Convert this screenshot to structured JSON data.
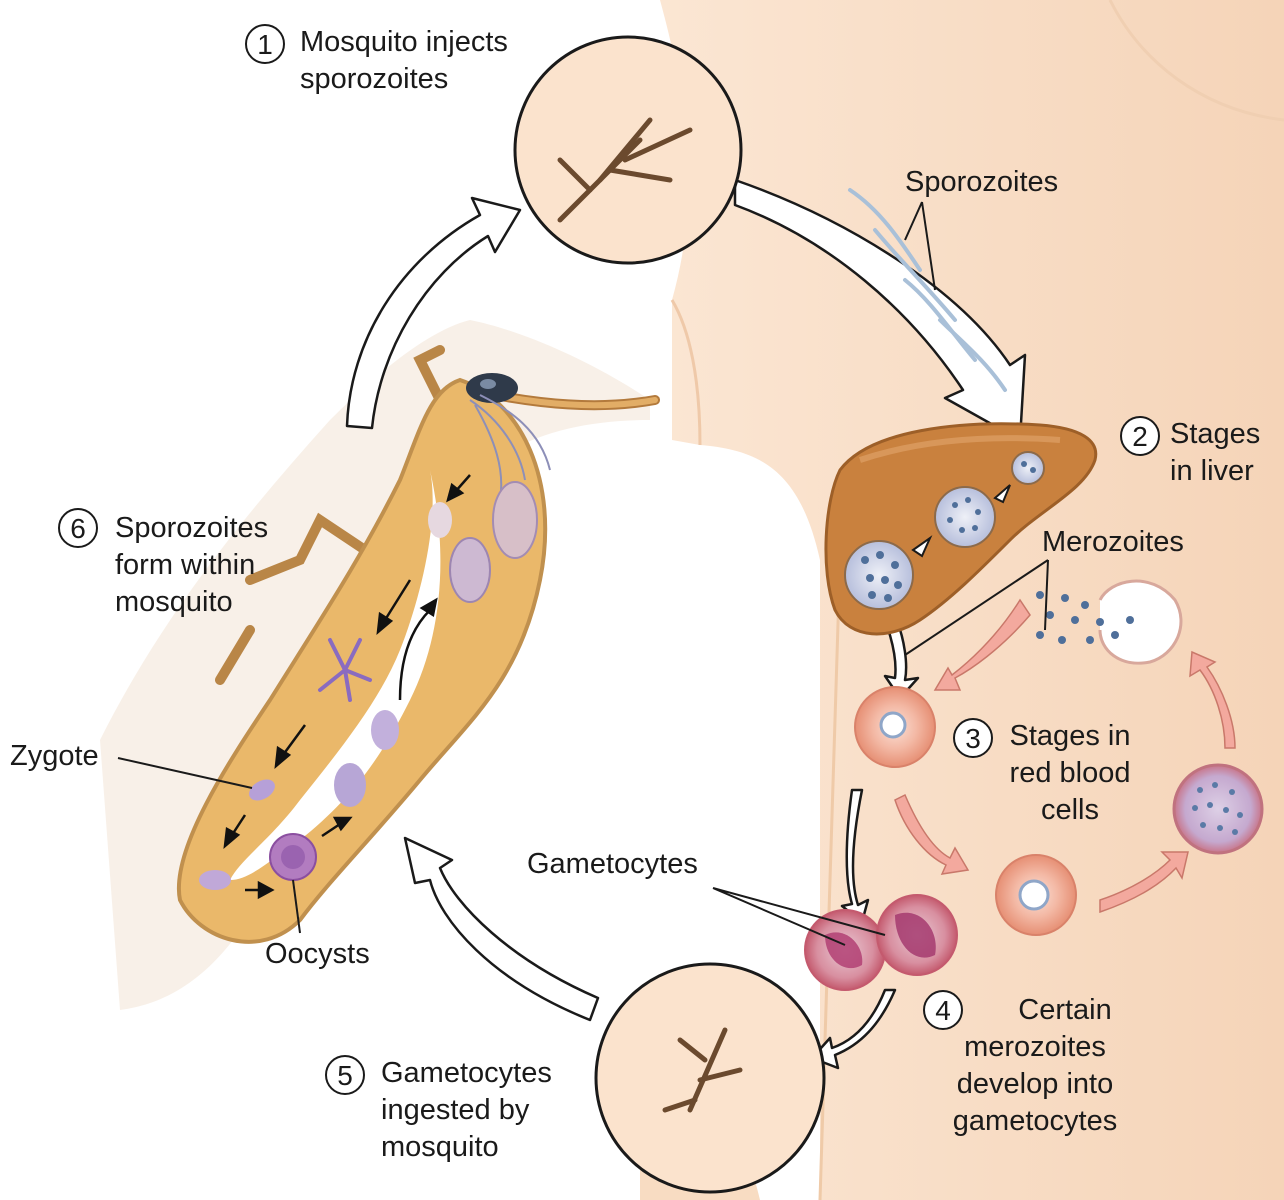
{
  "colors": {
    "skin": "#f8dcc2",
    "liver": "#c9813e",
    "mosquito_gut": "#eab86a",
    "blood_cell": "#eda38c",
    "rbc_arrow": "#f3a99e",
    "parasite": "#8fa6c8",
    "gametocyte": "#b13f73"
  },
  "steps": [
    {
      "num": "1",
      "lines": [
        "Mosquito injects",
        "sporozoites"
      ]
    },
    {
      "num": "2",
      "lines": [
        "Stages",
        "in liver"
      ]
    },
    {
      "num": "3",
      "lines": [
        "Stages in",
        "red blood",
        "cells"
      ]
    },
    {
      "num": "4",
      "lines": [
        "Certain",
        "merozoites",
        "develop into",
        "gametocytes"
      ]
    },
    {
      "num": "5",
      "lines": [
        "Gametocytes",
        "ingested by",
        "mosquito"
      ]
    },
    {
      "num": "6",
      "lines": [
        "Sporozoites",
        "form within",
        "mosquito"
      ]
    }
  ],
  "labels": {
    "sporozoites": "Sporozoites",
    "merozoites": "Merozoites",
    "gametocytes": "Gametocytes",
    "zygote": "Zygote",
    "oocysts": "Oocysts"
  }
}
